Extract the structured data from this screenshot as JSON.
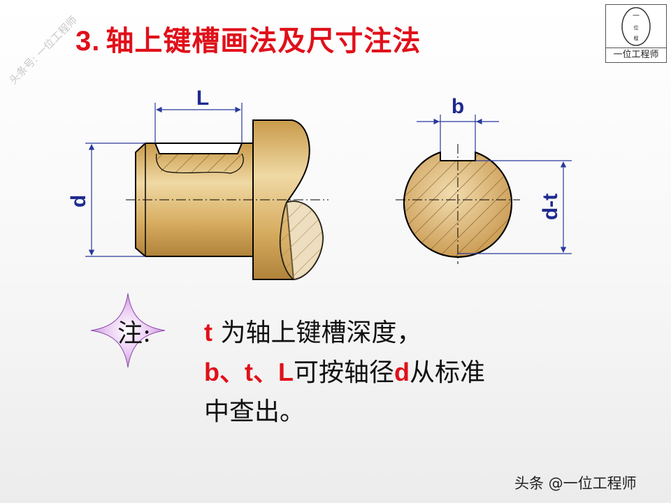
{
  "title": {
    "number": "3.",
    "text": "轴上键槽画法及尺寸注法"
  },
  "watermark": "头条号: 一位工程师",
  "logo": {
    "brand": "一位工程师",
    "chars": [
      "一",
      "位",
      "程"
    ]
  },
  "diagram": {
    "side_view": {
      "length_label": "L",
      "diameter_label": "d"
    },
    "section_view": {
      "width_label": "b",
      "depth_label": "d-t"
    },
    "colors": {
      "metal": "#d9b36a",
      "metal_dark": "#a67a33",
      "dim_line": "#2a3a9a",
      "hatch": "#7a5a22"
    }
  },
  "note": {
    "label": "注:",
    "lines": [
      {
        "hl": "t",
        "text": " 为轴上键槽深度，"
      },
      {
        "hl1": "b",
        "sep1": "、",
        "hl2": "t",
        "sep2": "、",
        "hl3": "L",
        "mid": "可按轴径",
        "hl4": "d",
        "tail": "从标准"
      },
      {
        "text": "中查出。"
      }
    ]
  },
  "footer": "头条 @一位工程师"
}
